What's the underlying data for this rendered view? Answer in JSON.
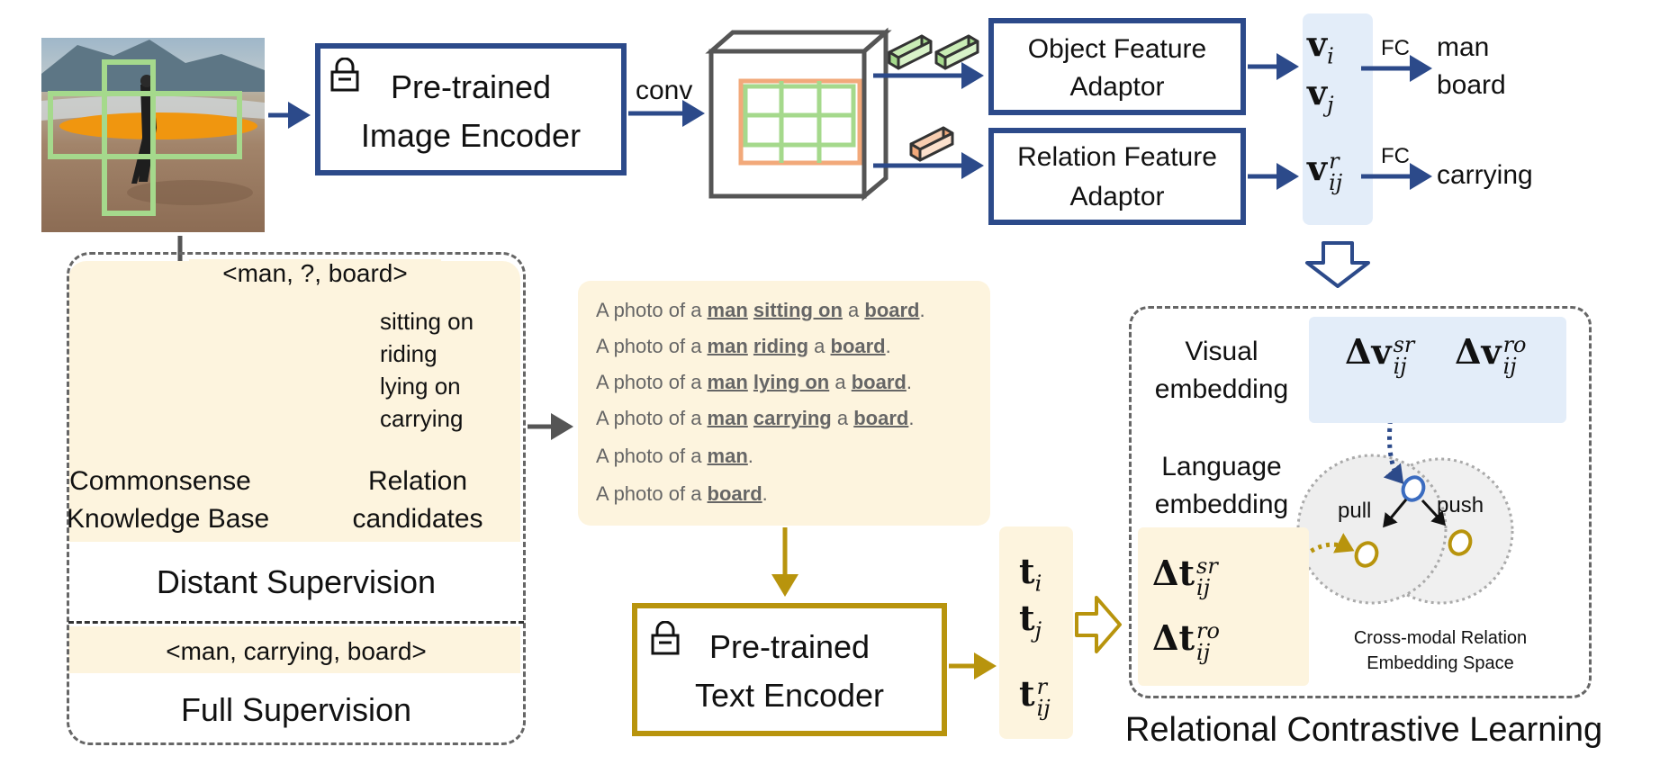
{
  "encoders": {
    "image": [
      "Pre-trained",
      "Image Encoder"
    ],
    "text": [
      "Pre-trained",
      "Text Encoder"
    ]
  },
  "conv_label": "conv",
  "adaptors": {
    "object": [
      "Object Feature",
      "Adaptor"
    ],
    "relation": [
      "Relation Feature",
      "Adaptor"
    ]
  },
  "visual_feats": {
    "vi": "v",
    "vi_sub": "i",
    "vj": "v",
    "vj_sub": "j",
    "vr": "v",
    "vr_sup": "r",
    "vr_sub": "ij"
  },
  "fc_label": "FC",
  "outputs": {
    "objects": [
      "man",
      "board"
    ],
    "relation": "carrying"
  },
  "query_triplet": "<man, ?, board>",
  "knowledge_base": [
    "Commonsense",
    "Knowledge Base"
  ],
  "relation_candidates": {
    "items": [
      "sitting on",
      "riding",
      "lying on",
      "carrying"
    ],
    "caption": [
      "Relation",
      "candidates"
    ]
  },
  "distant_supervision": "Distant Supervision",
  "full_triplet": "<man, carrying, board>",
  "full_supervision": "Full Supervision",
  "prompts": [
    {
      "prefix": "A photo of a ",
      "subj": "man",
      "mid": " ",
      "rel": "sitting on",
      "mid2": " a ",
      "obj": "board",
      "end": "."
    },
    {
      "prefix": "A photo of a ",
      "subj": "man",
      "mid": " ",
      "rel": "riding",
      "mid2": " a ",
      "obj": "board",
      "end": "."
    },
    {
      "prefix": "A photo of a ",
      "subj": "man",
      "mid": " ",
      "rel": "lying on",
      "mid2": " a ",
      "obj": "board",
      "end": "."
    },
    {
      "prefix": "A photo of a ",
      "subj": "man",
      "mid": " ",
      "rel": "carrying",
      "mid2": " a ",
      "obj": "board",
      "end": "."
    },
    {
      "prefix": "A photo of a ",
      "subj": "man",
      "end": "."
    },
    {
      "prefix": "A photo of a ",
      "obj": "board",
      "end": "."
    }
  ],
  "text_feats": {
    "ti": "t",
    "ti_sub": "i",
    "tj": "t",
    "tj_sub": "j",
    "tr": "t",
    "tr_sup": "r",
    "tr_sub": "ij"
  },
  "rcl": {
    "visual_label": [
      "Visual",
      "embedding"
    ],
    "language_label": [
      "Language",
      "embedding"
    ],
    "dv_sr": {
      "base": "Δv",
      "sup": "sr",
      "sub": "ij"
    },
    "dv_ro": {
      "base": "Δv",
      "sup": "ro",
      "sub": "ij"
    },
    "dt_sr": {
      "base": "Δt",
      "sup": "sr",
      "sub": "ij"
    },
    "dt_ro": {
      "base": "Δt",
      "sup": "ro",
      "sub": "ij"
    },
    "pull": "pull",
    "push": "push",
    "space_label": [
      "Cross-modal Relation",
      "Embedding Space"
    ],
    "title": "Relational Contrastive Learning"
  },
  "colors": {
    "blue": "#2c4a8a",
    "gold": "#b8940d",
    "cream": "#fdf4de",
    "light_blue": "#e3edf9",
    "green": "#a5d98c",
    "orange": "#f2a97a"
  }
}
